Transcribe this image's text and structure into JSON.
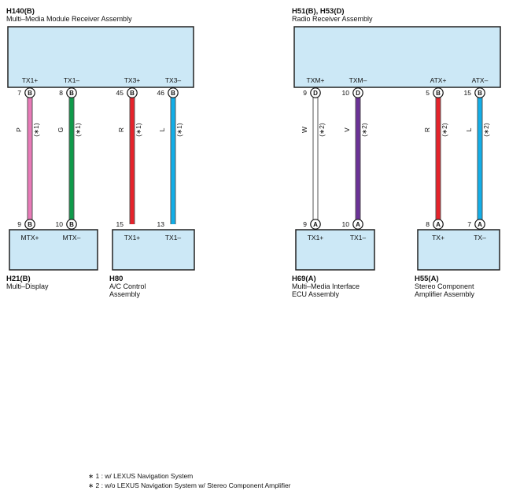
{
  "components": {
    "h140": {
      "id": "H140(B)",
      "name": [
        "Multi–Media Module Receiver Assembly"
      ]
    },
    "h51": {
      "id": "H51(B), H53(D)",
      "name": [
        "Radio Receiver Assembly"
      ]
    },
    "h21": {
      "id": "H21(B)",
      "name": [
        "Multi–Display"
      ]
    },
    "h80": {
      "id": "H80",
      "name": [
        "A/C Control",
        "Assembly"
      ]
    },
    "h69": {
      "id": "H69(A)",
      "name": [
        "Multi–Media Interface",
        "ECU Assembly"
      ]
    },
    "h55": {
      "id": "H55(A)",
      "name": [
        "Stereo Component",
        "Amplifier Assembly"
      ]
    }
  },
  "wires": [
    {
      "top_pin": "7",
      "top_conn": "B",
      "top_signal": "TX1+",
      "color_code": "P",
      "note": "(∗1)",
      "wire_color": "#e87ab8",
      "bottom_pin": "9",
      "bottom_conn": "B",
      "bottom_signal": "MTX+"
    },
    {
      "top_pin": "8",
      "top_conn": "B",
      "top_signal": "TX1–",
      "color_code": "G",
      "note": "(∗1)",
      "wire_color": "#0f9a4a",
      "bottom_pin": "10",
      "bottom_conn": "B",
      "bottom_signal": "MTX–"
    },
    {
      "top_pin": "45",
      "top_conn": "B",
      "top_signal": "TX3+",
      "color_code": "R",
      "note": "(∗1)",
      "wire_color": "#e6232b",
      "bottom_pin": "15",
      "bottom_conn": "",
      "bottom_signal": "TX1+"
    },
    {
      "top_pin": "46",
      "top_conn": "B",
      "top_signal": "TX3–",
      "color_code": "L",
      "note": "(∗1)",
      "wire_color": "#12aee8",
      "bottom_pin": "13",
      "bottom_conn": "",
      "bottom_signal": "TX1–"
    },
    {
      "top_pin": "9",
      "top_conn": "D",
      "top_signal": "TXM+",
      "color_code": "W",
      "note": "(∗2)",
      "wire_color": "#ffffff",
      "bottom_pin": "9",
      "bottom_conn": "A",
      "bottom_signal": "TX1+"
    },
    {
      "top_pin": "10",
      "top_conn": "D",
      "top_signal": "TXM–",
      "color_code": "V",
      "note": "(∗2)",
      "wire_color": "#6b3297",
      "bottom_pin": "10",
      "bottom_conn": "A",
      "bottom_signal": "TX1–"
    },
    {
      "top_pin": "5",
      "top_conn": "B",
      "top_signal": "ATX+",
      "color_code": "R",
      "note": "(∗2)",
      "wire_color": "#e6232b",
      "bottom_pin": "8",
      "bottom_conn": "A",
      "bottom_signal": "TX+"
    },
    {
      "top_pin": "15",
      "top_conn": "B",
      "top_signal": "ATX–",
      "color_code": "L",
      "note": "(∗2)",
      "wire_color": "#12aee8",
      "bottom_pin": "7",
      "bottom_conn": "A",
      "bottom_signal": "TX–"
    }
  ],
  "footnotes": [
    "∗ 1 : w/ LEXUS Navigation System",
    "∗ 2 : w/o LEXUS Navigation System w/ Stereo Component Amplifier"
  ]
}
